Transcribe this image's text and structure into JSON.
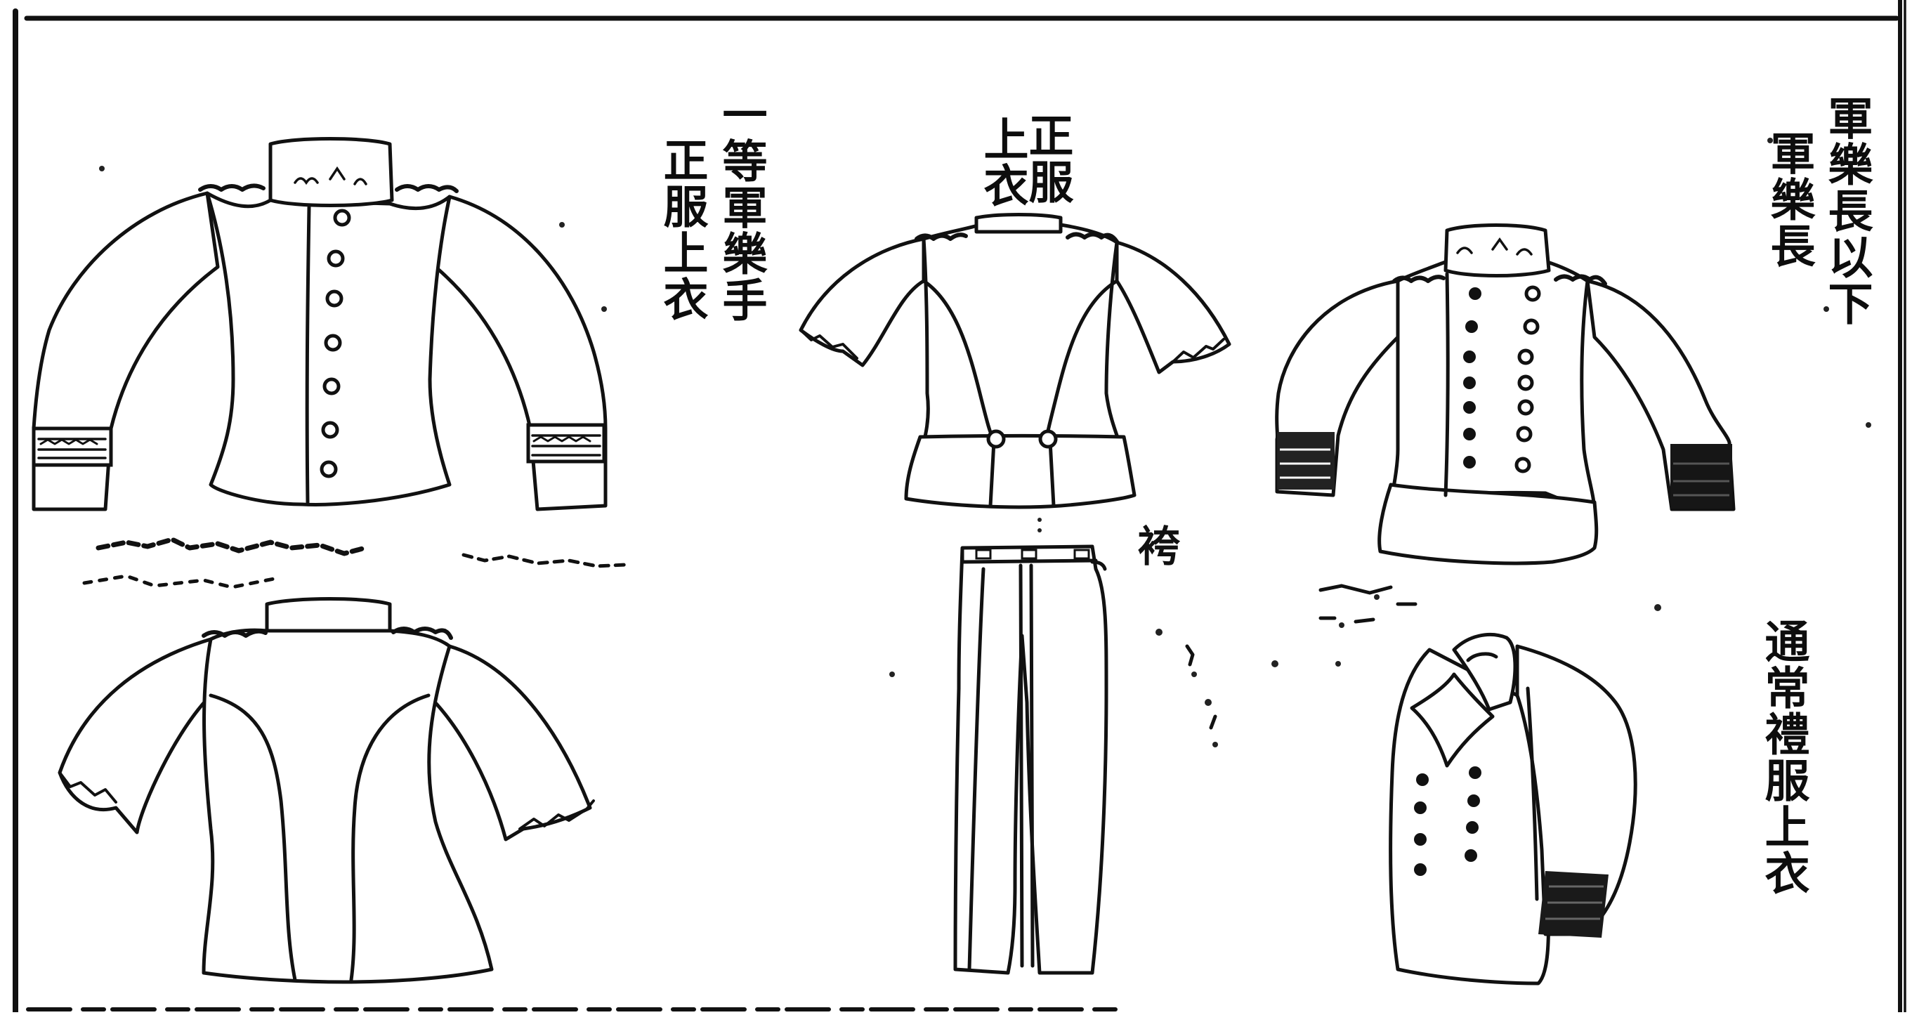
{
  "captions": {
    "first_class_bandsman": [
      "一等軍樂手",
      "正服上衣"
    ],
    "full_dress_top": [
      "正服",
      "上衣"
    ],
    "trousers": "袴",
    "bandmaster": [
      "軍樂長以下",
      "軍樂長"
    ],
    "ordinary_dress": "通常禮服上衣"
  },
  "colors": {
    "ink": "#111111",
    "paper": "#ffffff"
  },
  "figures": [
    "first-class-bandsman-jacket-front",
    "first-class-bandsman-jacket-back",
    "full-dress-jacket-back",
    "trousers",
    "bandmaster-jacket-front",
    "ordinary-dress-jacket"
  ]
}
